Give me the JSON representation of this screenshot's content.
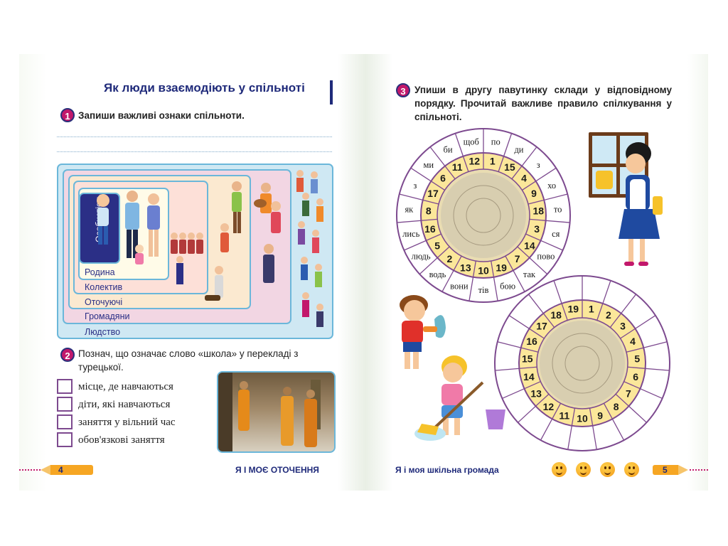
{
  "left_page": {
    "title": "Як люди взаємодіють у спільноті",
    "task1": {
      "num": "1",
      "text": "Запиши важливі ознаки спільноти."
    },
    "circles": {
      "personality": "Особистість",
      "family": "Родина",
      "collective": "Колектив",
      "surrounding": "Оточуючі",
      "citizens": "Громадяни",
      "humanity": "Людство"
    },
    "task2": {
      "num": "2",
      "text": "Познач, що означає слово «школа» у перекладі з турецької."
    },
    "options": [
      "місце, де навчаються",
      "діти, які навчаються",
      "заняття у вільний час",
      "обов'язкові заняття"
    ],
    "page_num": "4",
    "footer": "Я І МОЄ ОТОЧЕННЯ"
  },
  "right_page": {
    "task3": {
      "num": "3",
      "text": "Упиши в другу павутинку склади у відповідному порядку. Прочитай важливе правило спілкування у спільноті."
    },
    "web1": {
      "syllables": [
        "по",
        "ди",
        "з",
        "хо",
        "то",
        "ся",
        "пово",
        "так",
        "бою",
        "тів",
        "вони",
        "водь",
        "людь",
        "лись",
        "як",
        "з",
        "ми",
        "би",
        "щоб"
      ],
      "numbers": [
        "1",
        "15",
        "4",
        "9",
        "18",
        "3",
        "14",
        "7",
        "19",
        "10",
        "13",
        "2",
        "5",
        "16",
        "8",
        "17",
        "6",
        "11",
        "12"
      ]
    },
    "web2": {
      "numbers": [
        "1",
        "2",
        "3",
        "4",
        "5",
        "6",
        "7",
        "8",
        "9",
        "10",
        "11",
        "12",
        "13",
        "14",
        "15",
        "16",
        "17",
        "18",
        "19"
      ]
    },
    "footer": "Я і моя шкільна громада",
    "page_num": "5",
    "emojis": [
      "smile-1",
      "smile-2",
      "smile-3",
      "smile-4"
    ]
  },
  "colors": {
    "title": "#1f2a7a",
    "badge": "#c2186b",
    "outer_box": "#cfe8f3",
    "web_inner": "#fbe79a",
    "web_line": "#7d4a8f"
  }
}
